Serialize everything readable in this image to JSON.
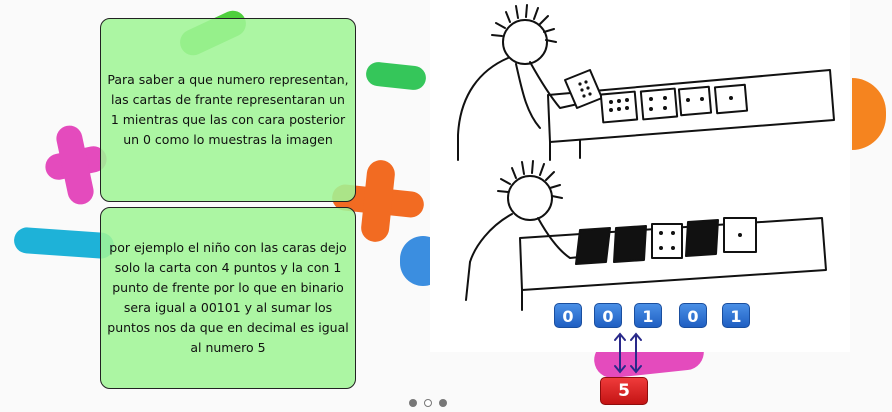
{
  "slide": {
    "card_top_text": "Para saber a que numero representan, las cartas de frante representaran un 1 mientras que las con cara posterior un 0 como lo muestras la imagen",
    "card_bottom_text": "por ejemplo el niño con las caras dejo solo la carta con 4 puntos y la con 1 punto de frente por lo que en binario sera igual a 00101 y al sumar los puntos nos da que en decimal es igual al numero 5"
  },
  "binary": {
    "digits": [
      "0",
      "0",
      "1",
      "0",
      "1"
    ],
    "result": "5"
  },
  "pagination": {
    "total": 3,
    "current": 2
  },
  "colors": {
    "card_green": "#a0f596",
    "digit_blue": "#2f74d6",
    "result_red": "#d91f1f",
    "deco_pink": "#e44bbd",
    "deco_orange": "#f26b22",
    "deco_cyan": "#1eb2d8",
    "deco_green": "#35c65a"
  }
}
